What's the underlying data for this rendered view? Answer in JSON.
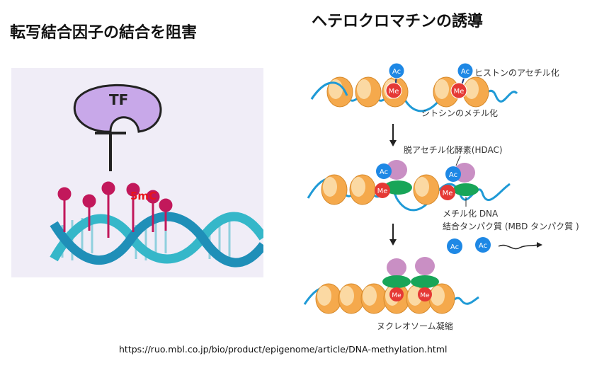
{
  "left": {
    "title": "転写結合因子の結合を阻害",
    "tf_label": "TF",
    "methyl_label": "5mC"
  },
  "right": {
    "title": "ヘテロクロマチンの誘導",
    "ac_label": "Ac",
    "me_label": "Me",
    "histone_acetylation": "ヒストンのアセチル化",
    "cytosine_methylation": "シトシンのメチル化",
    "hdac": "脱アセチル化酵素(HDAC)",
    "mbd_line1": "メチル化 DNA",
    "mbd_line2": "結合タンパク質 (MBD タンパク質 )",
    "nucleosome_condensation": "ヌクレオソーム凝縮"
  },
  "source_url": "https://ruo.mbl.co.jp/bio/product/epigenome/article/DNA-methylation.html",
  "colors": {
    "tf_fill": "#c8a8e9",
    "methyl_pin": "#c2185b",
    "dna_dark": "#1f8fb8",
    "dna_light": "#35b7c9",
    "histone_orange": "#f5a94c",
    "ac_blue": "#1e88e5",
    "me_red": "#e53935",
    "hdac_pink": "#c98fc4",
    "mbd_green": "#18a558"
  }
}
